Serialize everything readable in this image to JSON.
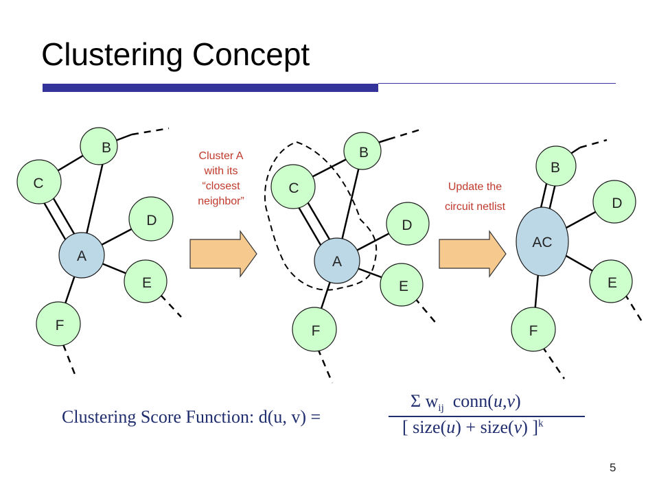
{
  "slide": {
    "title": "Clustering Concept",
    "page_number": "5"
  },
  "notes": {
    "step1": [
      "Cluster A",
      "with its",
      "“closest",
      "neighbor”"
    ],
    "step2": [
      "Update the",
      "circuit netlist"
    ]
  },
  "graphs": {
    "graph1": {
      "nodes": [
        "A",
        "B",
        "C",
        "D",
        "E",
        "F"
      ]
    },
    "graph2": {
      "nodes": [
        "A",
        "B",
        "C",
        "D",
        "E",
        "F"
      ]
    },
    "graph3": {
      "nodes": [
        "AC",
        "B",
        "D",
        "E",
        "F"
      ]
    }
  },
  "formula": {
    "lhs": "Clustering Score Function: d(u, v) =",
    "num_sigma": "Σ w",
    "num_sub": "ij",
    "num_mid": "",
    "num_conn": "conn(",
    "num_u": "u",
    "num_comma": ",",
    "num_v": "v",
    "num_close": ")",
    "den_open": "[ size(",
    "den_u": "u",
    "den_plus": ") + size(",
    "den_v": "v",
    "den_close": ") ]",
    "den_exp": "k"
  },
  "colors": {
    "node_fill": "#ccffcc",
    "node_a_fill": "#bcd8e6",
    "arrow_fill": "#f6c98f",
    "accent_bar": "#333399",
    "note_text": "#c0392b",
    "formula_text": "#1f2d6e"
  }
}
